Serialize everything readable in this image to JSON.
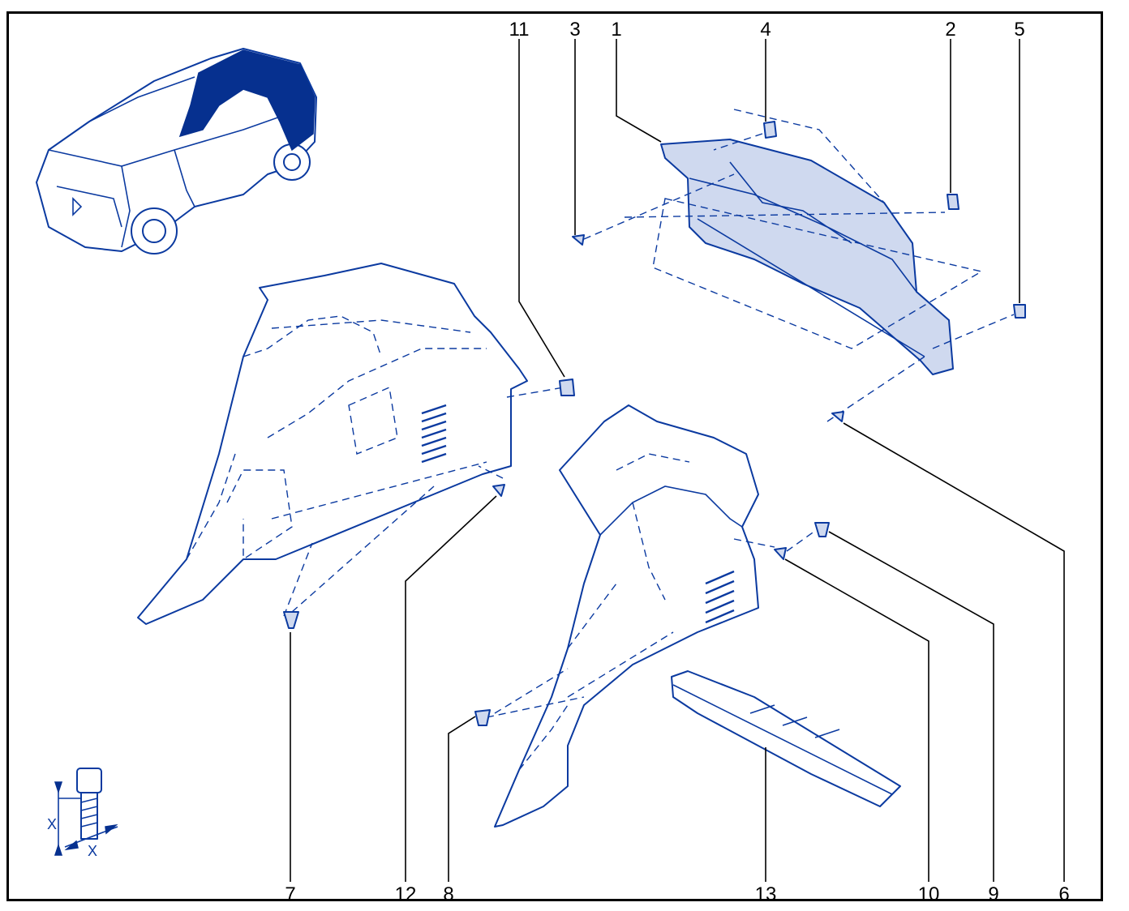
{
  "diagram": {
    "callouts": [
      "11",
      "3",
      "1",
      "4",
      "2",
      "5",
      "7",
      "12",
      "8",
      "13",
      "10",
      "9",
      "6"
    ],
    "dimension_symbols": [
      "X",
      "X"
    ],
    "colors": {
      "frame": "#000000",
      "linework": "#0b3aa0",
      "highlight": "#06308f"
    }
  }
}
